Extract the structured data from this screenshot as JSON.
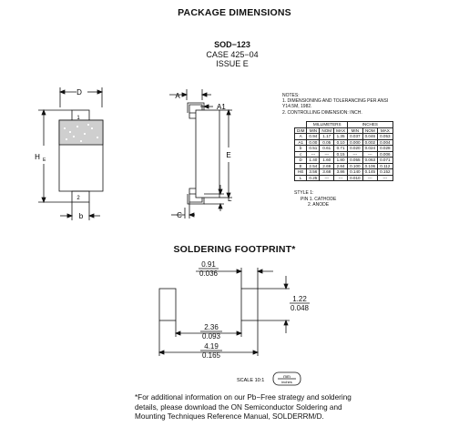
{
  "page": {
    "title": "PACKAGE DIMENSIONS"
  },
  "package": {
    "name": "SOD−123",
    "case": "CASE 425−04",
    "issue": "ISSUE E"
  },
  "drawing_labels": {
    "d": "D",
    "he": "H",
    "he_sub": "E",
    "pin1": "1",
    "pin2": "2",
    "b": "b",
    "a": "A",
    "a1": "A1",
    "e": "E",
    "l": "L",
    "c": "C"
  },
  "notes": {
    "heading": "NOTES:",
    "items": [
      "1. DIMENSIONING AND TOLERANCING PER ANSI",
      "    Y14.5M, 1982.",
      "2. CONTROLLING DIMENSION: INCH."
    ]
  },
  "dim_table": {
    "group_headers": [
      "MILLIMETERS",
      "INCHES"
    ],
    "columns": [
      "DIM",
      "MIN",
      "NOM",
      "MAX",
      "MIN",
      "NOM",
      "MAX"
    ],
    "rows": [
      [
        "A",
        "0.94",
        "1.17",
        "1.35",
        "0.037",
        "0.046",
        "0.053"
      ],
      [
        "A1",
        "0.00",
        "0.05",
        "0.10",
        "0.000",
        "0.002",
        "0.004"
      ],
      [
        "b",
        "0.51",
        "0.61",
        "0.71",
        "0.020",
        "0.024",
        "0.028"
      ],
      [
        "c",
        "---",
        "---",
        "0.15",
        "---",
        "---",
        "0.006"
      ],
      [
        "D",
        "1.40",
        "1.60",
        "1.80",
        "0.055",
        "0.063",
        "0.071"
      ],
      [
        "E",
        "2.54",
        "2.69",
        "2.84",
        "0.100",
        "0.106",
        "0.112"
      ],
      [
        "HE",
        "3.56",
        "3.68",
        "3.86",
        "0.140",
        "0.145",
        "0.152"
      ],
      [
        "L",
        "0.25",
        "---",
        "---",
        "0.010",
        "---",
        "---"
      ]
    ]
  },
  "style": {
    "heading": "STYLE 1:",
    "items": [
      "PIN 1. CATHODE",
      "2. ANODE"
    ]
  },
  "footprint": {
    "title": "SOLDERING FOOTPRINT*",
    "dim_top_mm": "0.91",
    "dim_top_in": "0.036",
    "dim_right_mm": "1.22",
    "dim_right_in": "0.048",
    "dim_mid_mm": "2.36",
    "dim_mid_in": "0.093",
    "dim_bottom_mm": "4.19",
    "dim_bottom_in": "0.165",
    "scale_label": "SCALE 10:1",
    "units_top": "mm",
    "units_bottom": "inches"
  },
  "footnote": [
    "*For additional information on our Pb−Free strategy and soldering",
    "details, please download the ON Semiconductor Soldering and",
    "Mounting Techniques Reference Manual, SOLDERRM/D."
  ]
}
